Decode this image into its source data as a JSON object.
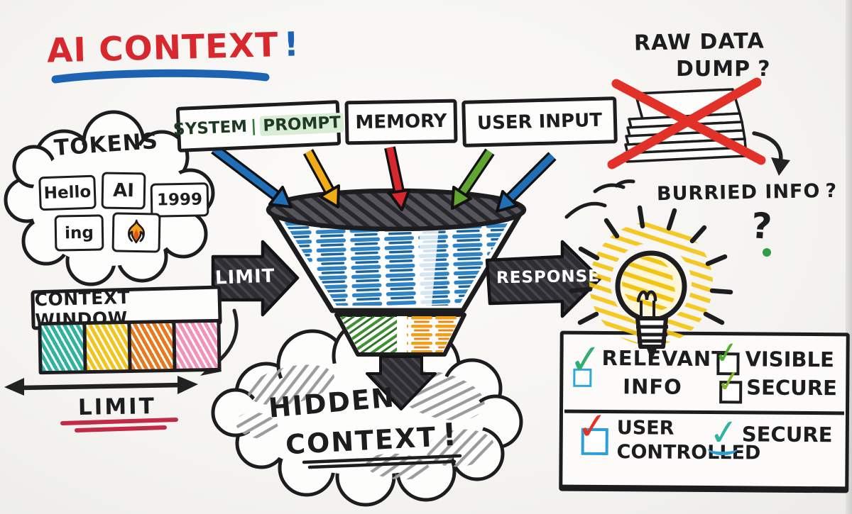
{
  "title": {
    "text": "AI CONTEXT",
    "mark": "!"
  },
  "tokens": {
    "label": "TOKENS",
    "chips": [
      "Hello",
      "AI",
      "1999",
      "ing"
    ]
  },
  "context_window": {
    "label": "CONTEXT WINDOW",
    "limit_label": "LIMIT",
    "cell_colors": [
      "#2fb3a0",
      "#f2c41e",
      "#e8791f",
      "#f491b6"
    ]
  },
  "input_boxes": {
    "system": "SYSTEM",
    "sep": "|",
    "prompt": "PROMPT",
    "memory": "MEMORY",
    "user_input": "USER INPUT"
  },
  "funnel": {
    "limit_label": "LIMIT",
    "response_label": "RESPONSE"
  },
  "hidden_context": {
    "line1": "HIDDEN",
    "line2": "CONTEXT",
    "mark": "!"
  },
  "raw_data": {
    "line1": "RAW DATA",
    "line2": "DUMP",
    "mark": "?"
  },
  "buried": {
    "text": "BURRIED INFO",
    "mark": "?",
    "big_mark": "?"
  },
  "checklist": {
    "relevant_line1": "RELEVANT",
    "relevant_line2": "INFO",
    "visible": "VISIBLE",
    "secure_top": "SECURE",
    "user_line1": "USER",
    "user_line2": "CONTROLLED",
    "secure_bottom": "SECURE"
  },
  "glyphs": {
    "check": "✓"
  },
  "icons": {
    "flame": "flame-icon",
    "lightbulb": "lightbulb-icon",
    "paper_stack": "paper-stack-icon",
    "red_cross": "red-cross-icon",
    "funnel": "funnel-icon",
    "cloud": "cloud-icon"
  },
  "colors": {
    "red": "#d7282f",
    "blue": "#1e6fb8",
    "yellow": "#f0ac17",
    "orange": "#e8791f",
    "green": "#5fa52f",
    "teal": "#2fb3a0",
    "pink": "#f491b6",
    "black": "#1d1d1f",
    "gray": "#9a9a9f",
    "check_green": "#4caf2b",
    "check_teal": "#2fad72",
    "check_lime": "#7cb52a",
    "check_red": "#e03227",
    "box_blue": "#2d9fd8"
  }
}
